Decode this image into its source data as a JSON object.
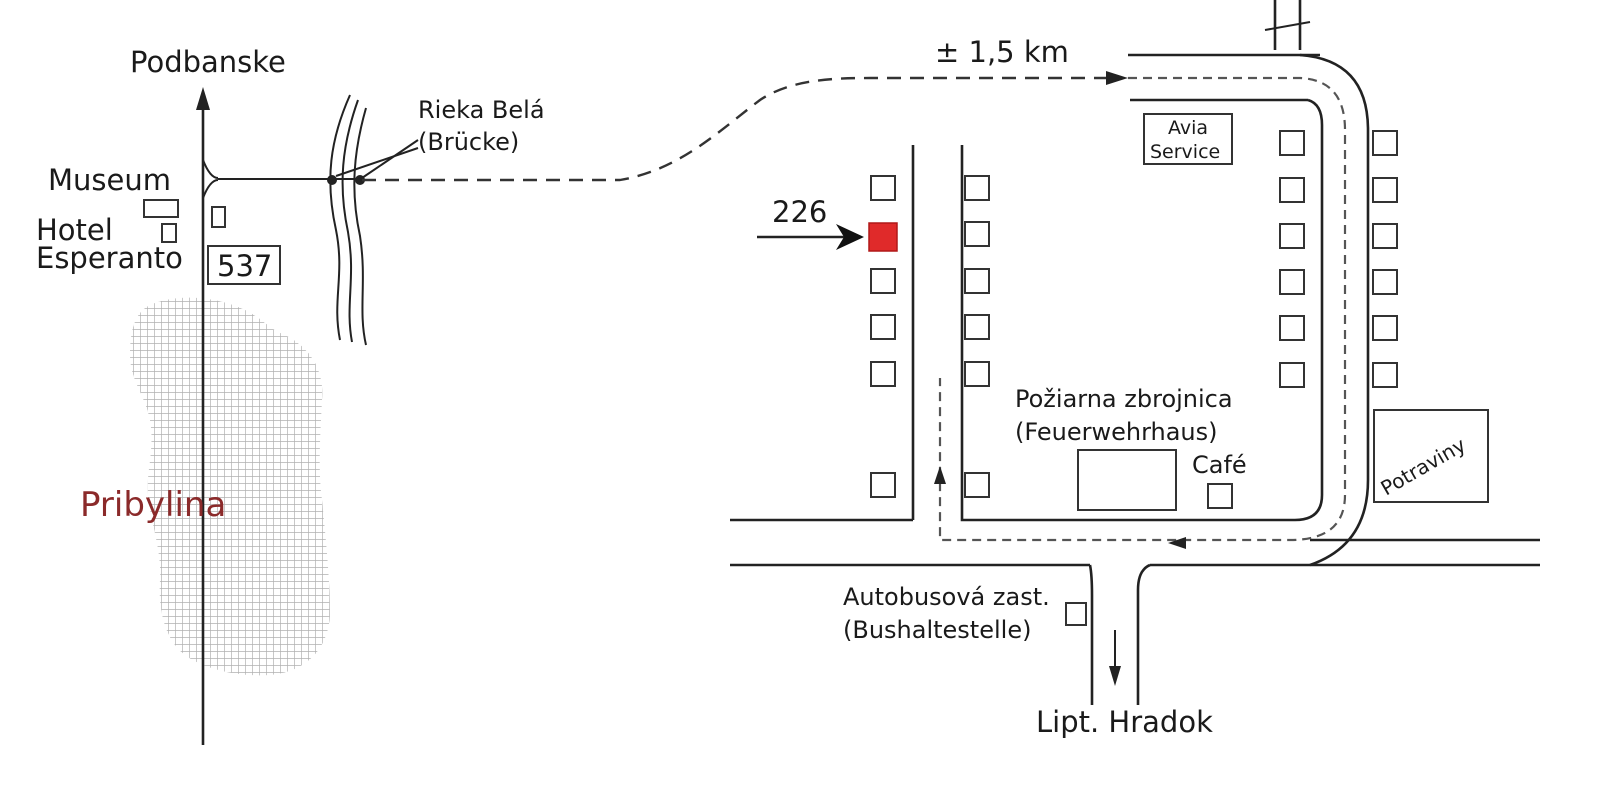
{
  "labels": {
    "podbanske": "Podbanske",
    "museum": "Museum",
    "hotel": "Hotel",
    "esperanto": "Esperanto",
    "road_number": "537",
    "river_line1": "Rieka Belá",
    "river_line2": "(Brücke)",
    "distance": "± 1,5 km",
    "village": "Pribylina",
    "target_number": "226",
    "avia_line1": "Avia",
    "avia_line2": "Service",
    "fire_line1": "Požiarna zbrojnica",
    "fire_line2": "(Feuerwehrhaus)",
    "cafe": "Café",
    "grocery": "Potraviny",
    "bus_line1": "Autobusová zast.",
    "bus_line2": "(Bushaltestelle)",
    "destination": "Lipt. Hradok"
  },
  "colors": {
    "target_house": "#e02a2a",
    "village_label": "#8b2a2a",
    "village_area": "#c9c9c9"
  }
}
